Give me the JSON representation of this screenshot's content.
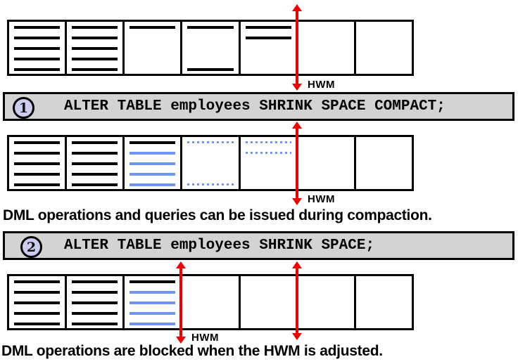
{
  "colors": {
    "blue_line": "#6d96f2",
    "red_arrow": "#ee0000",
    "banner_bg": "#d3d3d3",
    "badge_fill": "#ccccee",
    "black": "#000000"
  },
  "hwm_label": "HWM",
  "banners": [
    {
      "number": "1",
      "code": "ALTER TABLE employees SHRINK SPACE COMPACT;"
    },
    {
      "number": "2",
      "code": "ALTER TABLE employees SHRINK SPACE;"
    }
  ],
  "captions": [
    "DML operations and queries can be issued during compaction.",
    "DML operations are blocked when the HWM is adjusted."
  ],
  "segments": {
    "rows": [
      {
        "name": "segment-row-initial",
        "cells": [
          {
            "lines": [
              [
                0,
                "black"
              ],
              [
                1,
                "black"
              ],
              [
                2,
                "black"
              ],
              [
                3,
                "black"
              ],
              [
                4,
                "black"
              ]
            ]
          },
          {
            "lines": [
              [
                0,
                "black"
              ],
              [
                1,
                "black"
              ],
              [
                2,
                "black"
              ],
              [
                3,
                "black"
              ],
              [
                4,
                "black"
              ]
            ]
          },
          {
            "lines": [
              [
                0,
                "black"
              ]
            ]
          },
          {
            "lines": [
              [
                0,
                "black"
              ],
              [
                4,
                "black"
              ]
            ]
          },
          {
            "lines": [
              [
                0,
                "black"
              ],
              [
                1,
                "black"
              ]
            ]
          },
          {
            "lines": []
          },
          {
            "lines": []
          }
        ]
      },
      {
        "name": "segment-row-after-compact",
        "cells": [
          {
            "lines": [
              [
                0,
                "black"
              ],
              [
                1,
                "black"
              ],
              [
                2,
                "black"
              ],
              [
                3,
                "black"
              ],
              [
                4,
                "black"
              ]
            ]
          },
          {
            "lines": [
              [
                0,
                "black"
              ],
              [
                1,
                "black"
              ],
              [
                2,
                "black"
              ],
              [
                3,
                "black"
              ],
              [
                4,
                "black"
              ]
            ]
          },
          {
            "lines": [
              [
                0,
                "black"
              ],
              [
                1,
                "blue"
              ],
              [
                2,
                "blue"
              ],
              [
                3,
                "blue"
              ],
              [
                4,
                "blue"
              ]
            ]
          },
          {
            "lines": [
              [
                0,
                "dotted"
              ],
              [
                4,
                "dotted"
              ]
            ]
          },
          {
            "lines": [
              [
                0,
                "dotted"
              ],
              [
                1,
                "dotted"
              ]
            ]
          },
          {
            "lines": []
          },
          {
            "lines": []
          }
        ]
      },
      {
        "name": "segment-row-after-shrink",
        "cells": [
          {
            "lines": [
              [
                0,
                "black"
              ],
              [
                1,
                "black"
              ],
              [
                2,
                "black"
              ],
              [
                3,
                "black"
              ],
              [
                4,
                "black"
              ]
            ]
          },
          {
            "lines": [
              [
                0,
                "black"
              ],
              [
                1,
                "black"
              ],
              [
                2,
                "black"
              ],
              [
                3,
                "black"
              ],
              [
                4,
                "black"
              ]
            ]
          },
          {
            "lines": [
              [
                0,
                "black"
              ],
              [
                1,
                "blue"
              ],
              [
                2,
                "blue"
              ],
              [
                3,
                "blue"
              ],
              [
                4,
                "blue"
              ]
            ]
          },
          {
            "lines": []
          },
          {
            "lines": []
          },
          {
            "lines": []
          },
          {
            "lines": []
          }
        ]
      }
    ]
  }
}
